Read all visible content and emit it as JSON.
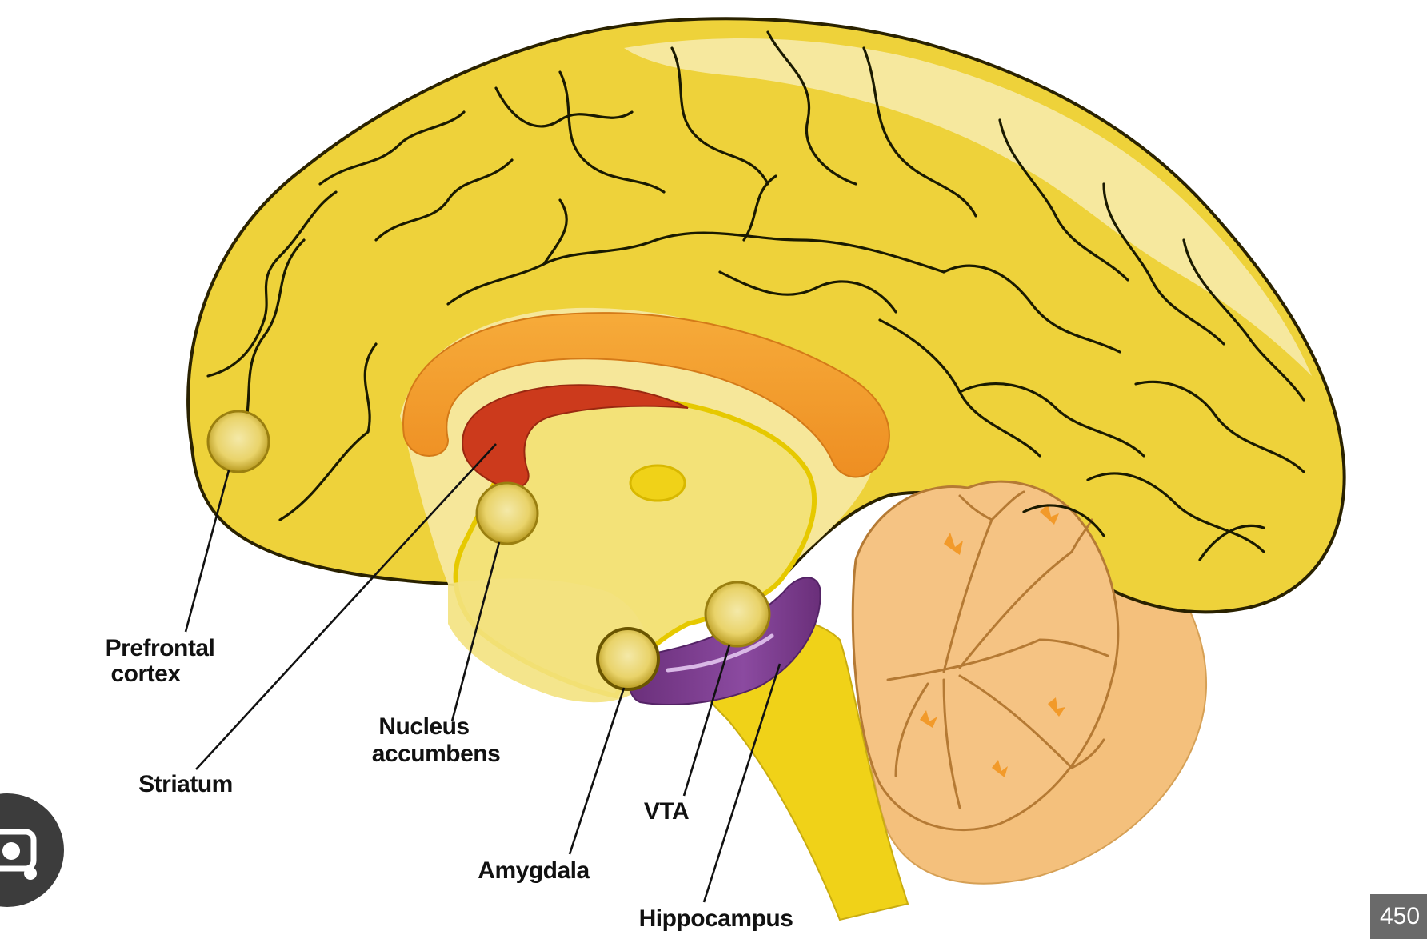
{
  "diagram": {
    "labels": {
      "prefrontal_line1": "Prefrontal",
      "prefrontal_line2": "cortex",
      "striatum": "Striatum",
      "nucleus_line1": "Nucleus",
      "nucleus_line2": "accumbens",
      "vta": "VTA",
      "amygdala": "Amygdala",
      "hippocampus": "Hippocampus"
    },
    "colors": {
      "cortex": "#eed23a",
      "cortex_highlight": "#f7ecb0",
      "gyri_line": "#1a1a00",
      "corpus_callosum": "#f29a2a",
      "striatum": "#cc3a1c",
      "brainstem": "#f0d218",
      "inner_region": "#f3e278",
      "cerebellum": "#f5c383",
      "cerebellum_outer": "#f4c07c",
      "hippocampus": "#7d3d8c"
    }
  },
  "overlay": {
    "lens_icon": "camera-search-icon",
    "size_badge": "450"
  }
}
